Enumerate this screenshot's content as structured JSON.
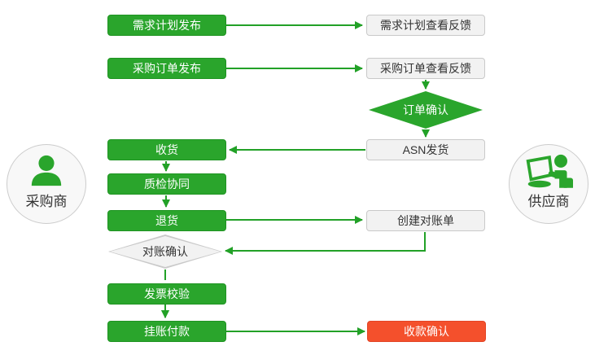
{
  "diagram": {
    "title_hint": "procurement-collaboration-flow",
    "background": "#ffffff"
  },
  "colors": {
    "green": "#2aa52c",
    "red": "#f4502c",
    "light_node_bg": "#f2f2f2",
    "light_node_border": "#c9c9c9",
    "dark_text": "#333333",
    "light_text": "#ffffff"
  },
  "actors": {
    "buyer": {
      "label": "采购商",
      "icon": "person-icon"
    },
    "supplier": {
      "label": "供应商",
      "icon": "person-laptop-icon"
    }
  },
  "buyer_steps": {
    "req_plan": "需求计划发布",
    "po": "采购订单发布",
    "receive": "收货",
    "quality": "质检协同",
    "return": "退货",
    "recon_confirm": "对账确认",
    "invoice": "发票校验",
    "payment": "挂账付款"
  },
  "supplier_steps": {
    "req_plan_view": "需求计划查看反馈",
    "po_view": "采购订单查看反馈",
    "order_confirm": "订单确认",
    "asn": "ASN发货",
    "statement": "创建对账单",
    "receipt_confirm": "收款确认"
  }
}
